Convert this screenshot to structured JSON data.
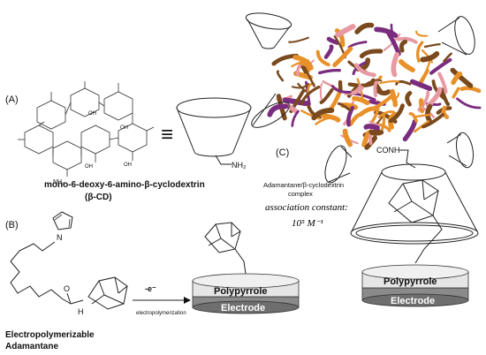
{
  "panel_a": {
    "label": "(A)",
    "compound_name": "mono-6-deoxy-6-amino-β-cyclodextrin",
    "abbreviation": "(β-CD)",
    "structure_labels": [
      "NH₂",
      "OH",
      "OH",
      "OH",
      "OH"
    ],
    "equivalence": "≡",
    "cup_group": "NH₂"
  },
  "panel_b": {
    "label": "(B)",
    "molecule_name_line1": "Electropolymerizable",
    "molecule_name_line2": "Adamantane",
    "nitrogen": "N",
    "amide_oxygen": "O",
    "amide_nh": "H",
    "reaction_reagent": "-e⁻",
    "reaction_label": "electropolymerization",
    "polymer_layer": "Polypyrrole",
    "electrode_layer": "Electrode"
  },
  "panel_c": {
    "label": "(C)",
    "linker": "CONH",
    "complex_title_line1": "Adamantane/β-cyclodextrin",
    "complex_title_line2": "complex",
    "constant_label": "association constant:",
    "constant_value": "10⁵ M⁻¹",
    "polymer_layer": "Polypyrrole",
    "electrode_layer": "Electrode"
  },
  "colors": {
    "protein_brown": "#7a4a1e",
    "protein_orange": "#e8912a",
    "protein_pink": "#e79aa3",
    "protein_purple": "#7a2c7e",
    "electrode": "#8a8a8a",
    "polymer_fill": "#e6e6e6"
  }
}
